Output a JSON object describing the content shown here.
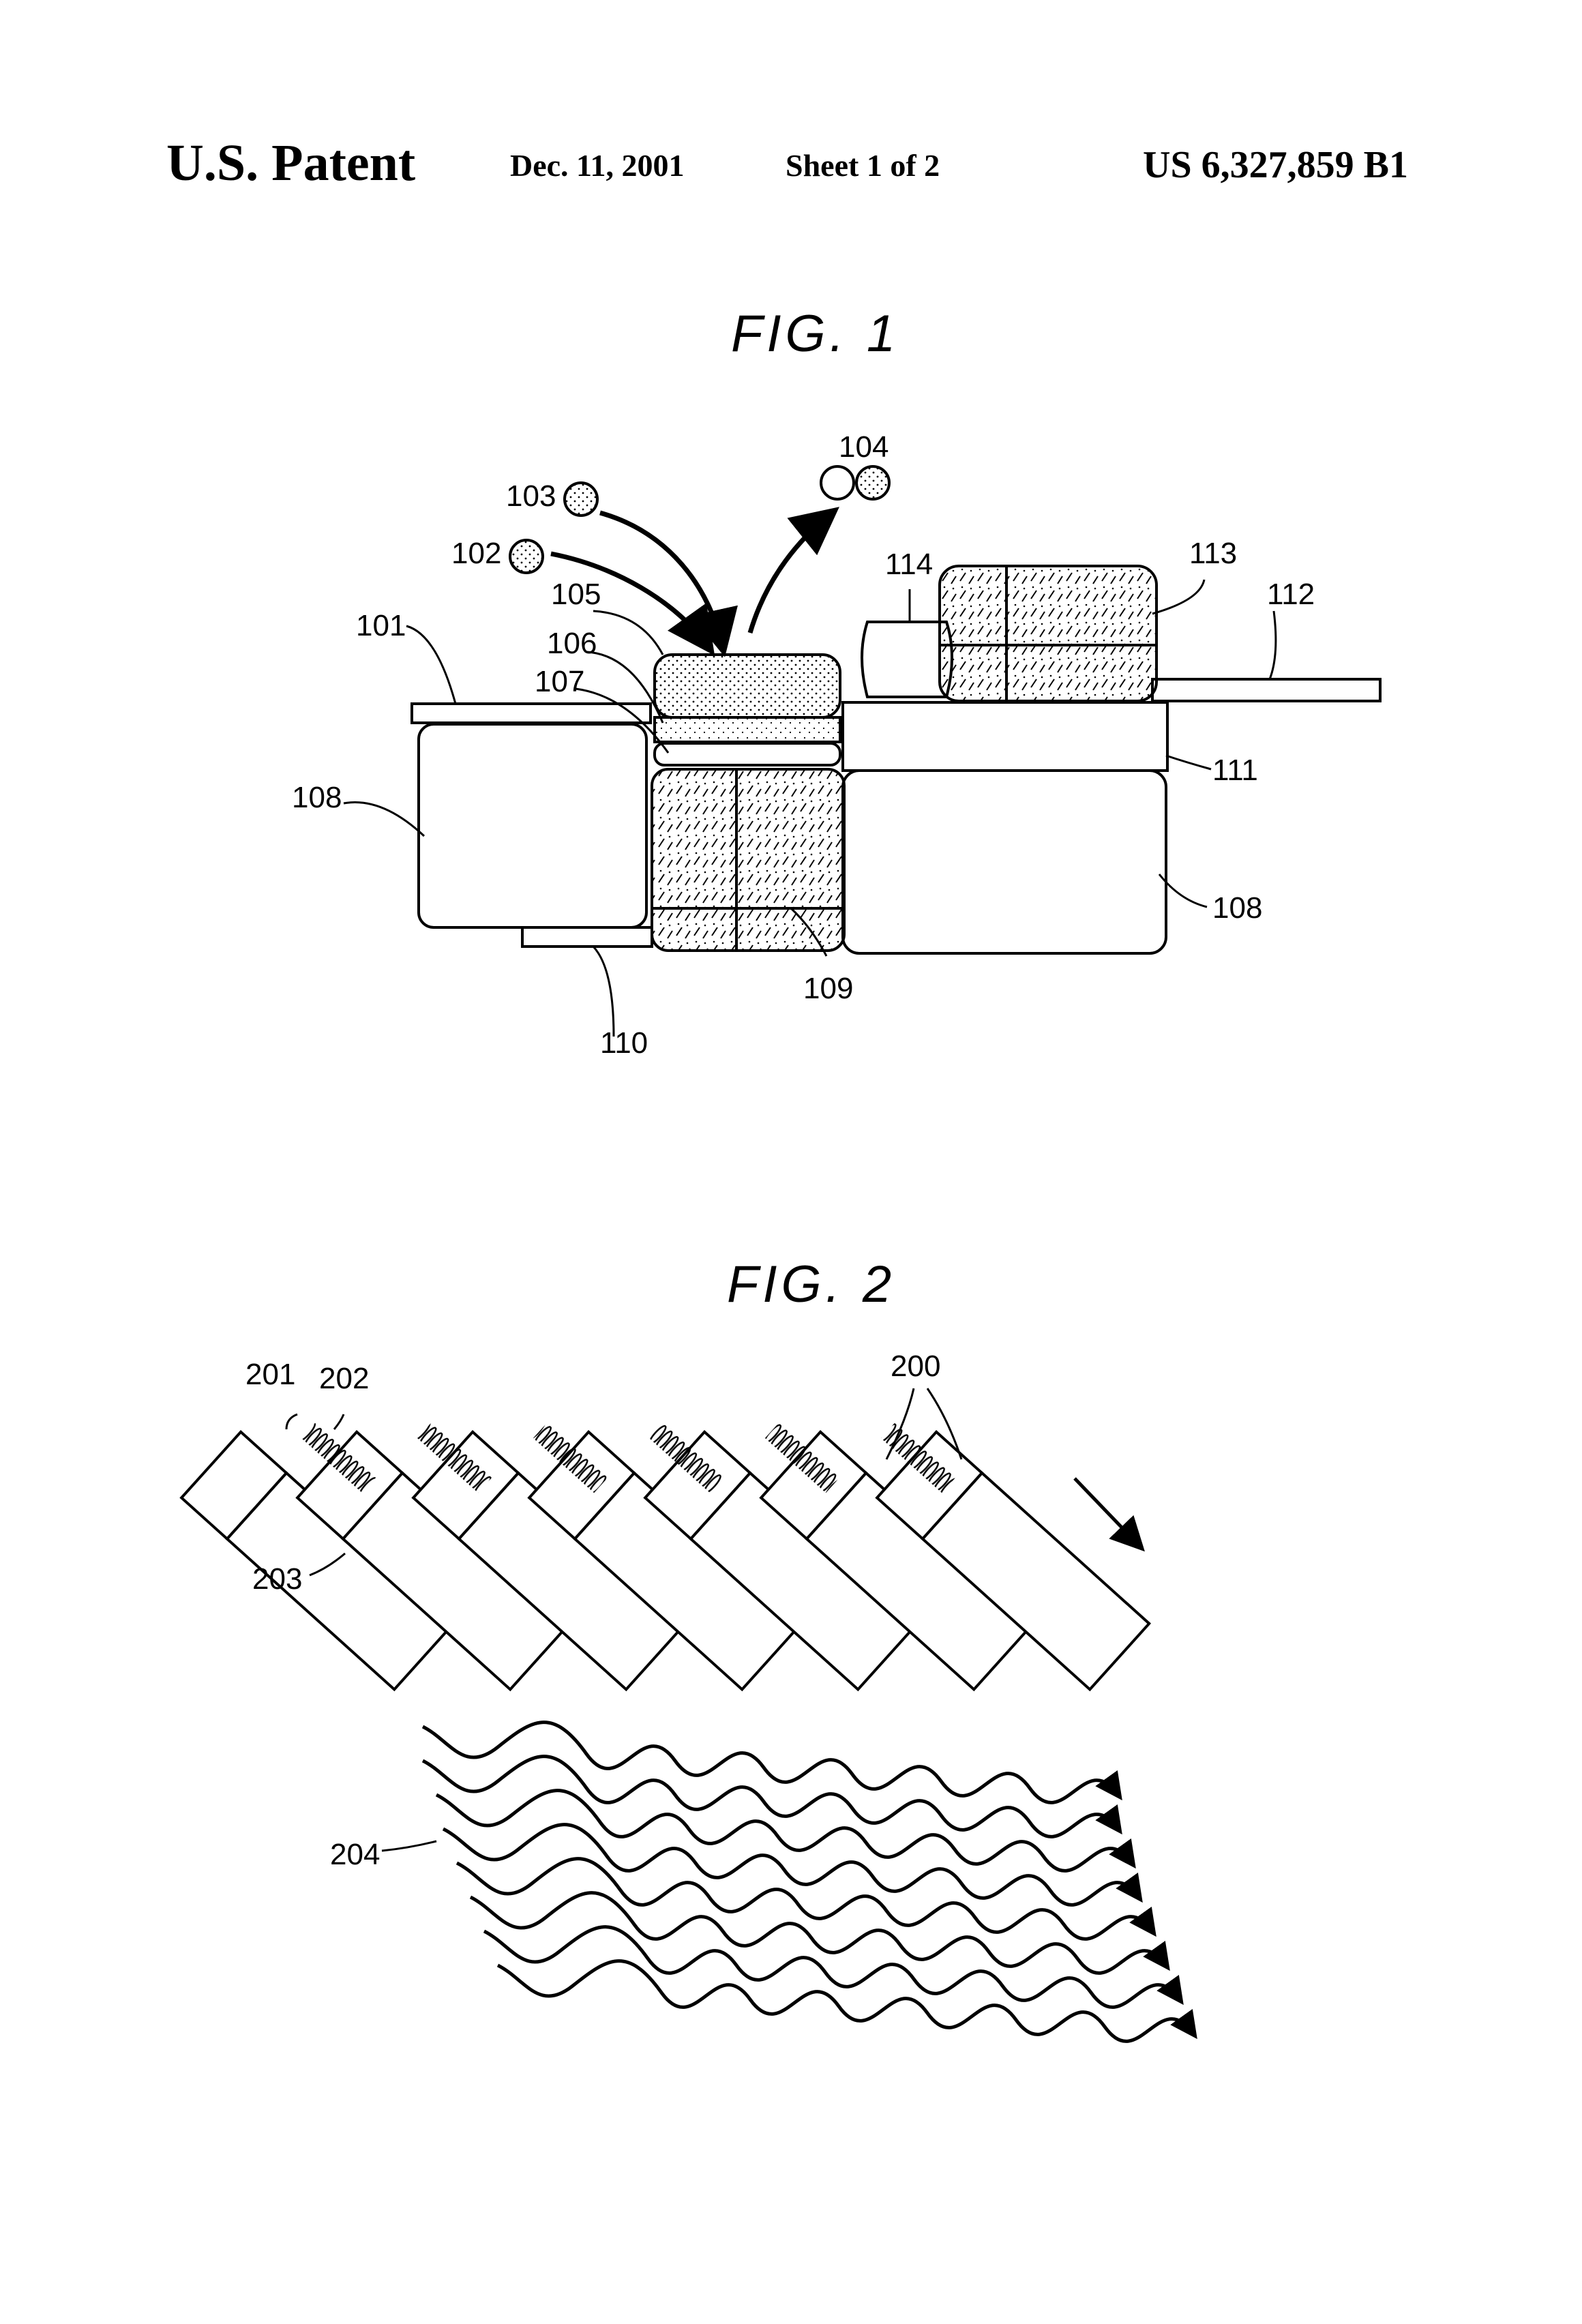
{
  "header": {
    "left": "U.S. Patent",
    "date": "Dec. 11, 2001",
    "sheet": "Sheet 1 of 2",
    "number": "US 6,327,859 B1"
  },
  "fig1": {
    "title": "FIG. 1",
    "labels": {
      "l101": "101",
      "l102": "102",
      "l103": "103",
      "l104": "104",
      "l105": "105",
      "l106": "106",
      "l107": "107",
      "l108a": "108",
      "l108b": "108",
      "l109": "109",
      "l110": "110",
      "l111": "111",
      "l112": "112",
      "l113": "113",
      "l114": "114"
    }
  },
  "fig2": {
    "title": "FIG. 2",
    "labels": {
      "l200": "200",
      "l201": "201",
      "l202": "202",
      "l203": "203",
      "l204": "204"
    }
  }
}
